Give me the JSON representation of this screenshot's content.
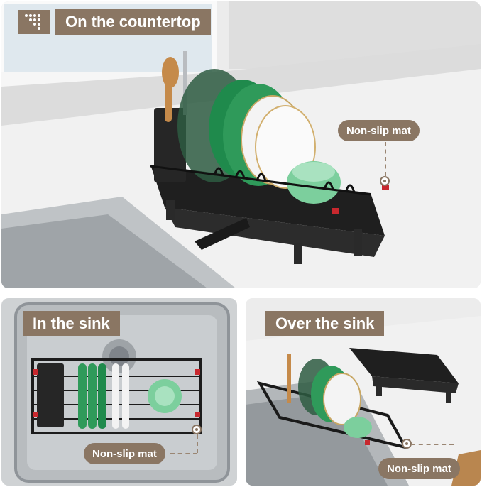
{
  "panels": {
    "countertop": {
      "title": "On the countertop",
      "callout": "Non-slip mat",
      "icon": "grid-dots-icon"
    },
    "in_sink": {
      "title": "In the sink",
      "callout": "Non-slip mat"
    },
    "over_sink": {
      "title": "Over the sink",
      "callout": "Non-slip mat"
    }
  },
  "colors": {
    "label_bg": "#8a7663",
    "rack_black": "#222222",
    "plate_green": "#2f9a5a",
    "mint_green": "#7ccf9d",
    "accent_red": "#c8282e"
  }
}
